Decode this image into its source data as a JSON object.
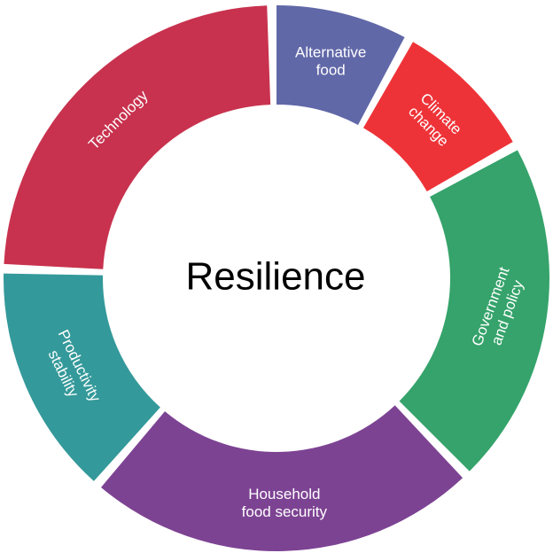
{
  "center": {
    "title": "Resilience"
  },
  "segments": [
    {
      "id": "alternative-food",
      "lines": [
        "Alternative",
        "food"
      ],
      "color": "#6168A8"
    },
    {
      "id": "climate-change",
      "lines": [
        "Climate",
        "change"
      ],
      "color": "#EE3338"
    },
    {
      "id": "government-and-policy",
      "lines": [
        "Government",
        "and policy"
      ],
      "color": "#35A36B"
    },
    {
      "id": "household-food-security",
      "lines": [
        "Household",
        "food security"
      ],
      "color": "#7D4393"
    },
    {
      "id": "productivity-stability",
      "lines": [
        "Productivity",
        "stability"
      ],
      "color": "#34999A"
    },
    {
      "id": "technology",
      "lines": [
        "Technology"
      ],
      "color": "#C8324E"
    }
  ]
}
